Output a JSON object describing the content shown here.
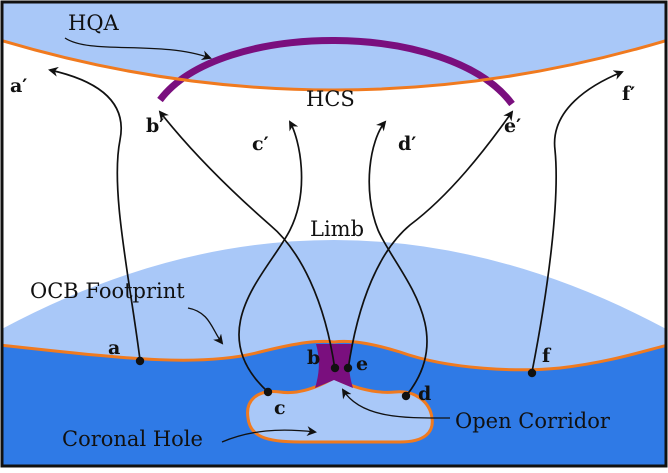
{
  "labels": {
    "hqa": "HQA",
    "hcs": "HCS",
    "limb": "Limb",
    "ocb_footprint": "OCB Footprint",
    "open_corridor": "Open Corridor",
    "coronal_hole": "Coronal Hole"
  },
  "points": {
    "a": "a",
    "b": "b",
    "c": "c",
    "d": "d",
    "e": "e",
    "f": "f",
    "a_prime": "a′",
    "b_prime": "b′",
    "c_prime": "c′",
    "d_prime": "d′",
    "e_prime": "e′",
    "f_prime": "f′"
  },
  "colors": {
    "sky_light": "#a9c8f8",
    "surface_blue": "#2f7ae6",
    "boundary": "#f07a1f",
    "hcs_arc": "#7a0f7e",
    "frame": "#111111"
  }
}
